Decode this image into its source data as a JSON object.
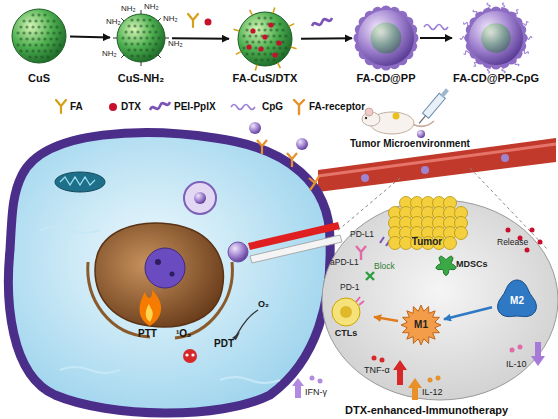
{
  "diagram": {
    "nodes": [
      {
        "text": [
          "CuS"
        ]
      },
      {
        "text": [
          "CuS-NH₂"
        ]
      },
      {
        "text": [
          "FA-CuS/DTX"
        ]
      },
      {
        "text": [
          "FA-CD@PP"
        ]
      },
      {
        "text": [
          "FA-CD@PP-CpG"
        ]
      },
      {
        "text": [
          "Tumor"
        ]
      },
      {
        "text": [
          "MDSCs"
        ]
      },
      {
        "text": [
          "M1"
        ]
      },
      {
        "text": [
          "M2"
        ]
      },
      {
        "text": [
          "CTLs"
        ]
      }
    ],
    "edges": [
      {
        "from": 0,
        "to": 1,
        "arrow": "to"
      },
      {
        "from": 1,
        "to": 2,
        "arrow": "to"
      },
      {
        "from": 2,
        "to": 3,
        "arrow": "to"
      },
      {
        "from": 3,
        "to": 4,
        "arrow": "to"
      },
      {
        "from": 8,
        "to": 7,
        "arrow": "to"
      },
      {
        "from": 7,
        "to": 9,
        "arrow": "to"
      }
    ],
    "labels": [
      "NH₂",
      "NH₂",
      "NH₂",
      "NH₂",
      "NH₂",
      "NH₂",
      "Tumor Microenvironment",
      "PTT",
      "¹O₂",
      "PDT",
      "O₂",
      "aPD-L1",
      "PD-L1",
      "PD-1",
      "Block",
      "Release",
      "IFN-γ",
      "TNF-α",
      "IL-12",
      "IL-10",
      "DTX-enhanced-Immunotherapy"
    ],
    "legend": [
      {
        "text": "FA"
      },
      {
        "text": "DTX"
      },
      {
        "text": "PEI-PpIX"
      },
      {
        "text": "CpG"
      },
      {
        "text": "FA-receptor"
      }
    ]
  }
}
